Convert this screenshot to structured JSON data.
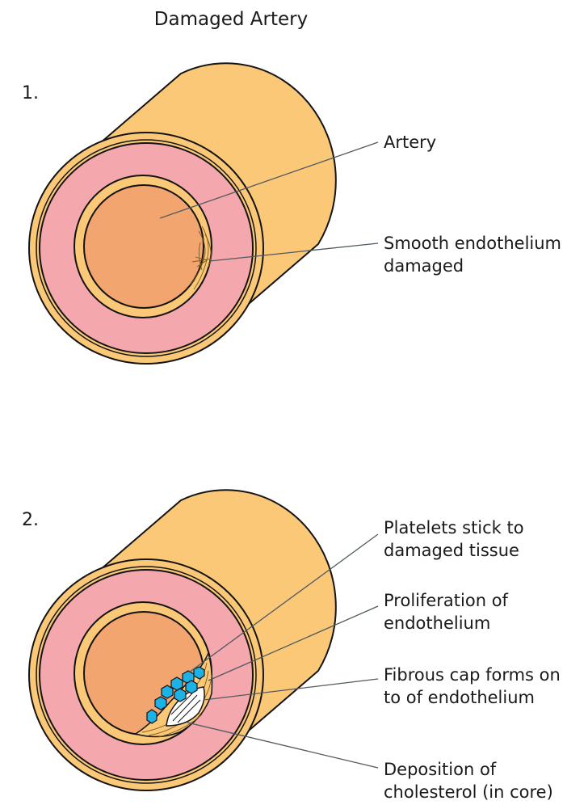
{
  "title": "Damaged Artery",
  "stages": [
    {
      "number": "1.",
      "labels": [
        {
          "lines": [
            "Artery"
          ]
        },
        {
          "lines": [
            "Smooth endothelium",
            "damaged"
          ]
        }
      ]
    },
    {
      "number": "2.",
      "labels": [
        {
          "lines": [
            "Platelets stick to",
            "damaged tissue"
          ]
        },
        {
          "lines": [
            "Proliferation of",
            "endothelium"
          ]
        },
        {
          "lines": [
            "Fibrous cap forms on",
            "to of endothelium"
          ]
        },
        {
          "lines": [
            "Deposition of",
            "cholesterol (in core)"
          ]
        }
      ]
    }
  ],
  "colors": {
    "outer_wall": "#fbc878",
    "media": "#f4a7ad",
    "lumen": "#f3a570",
    "platelet": "#1cb2e6",
    "cholesterol": "#ffffff",
    "outline": "#141414",
    "leader": "#4f5a60"
  }
}
